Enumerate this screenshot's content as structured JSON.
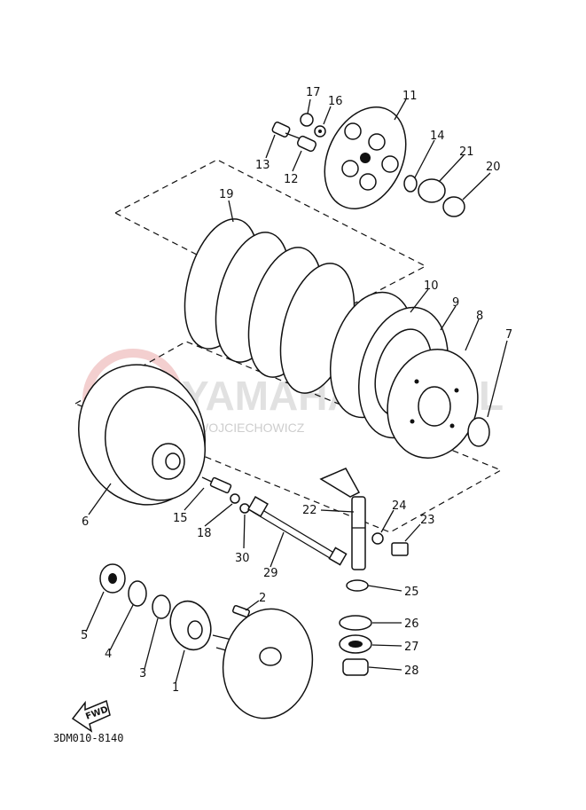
{
  "watermark": {
    "brand": "YAMAHA",
    "sub": "WOJCIECHOWICZ",
    "tail": "L",
    "color": "#e8a0a0"
  },
  "diagram_code": "3DM010-8140",
  "fwd_label": "FWD",
  "callouts": {
    "p1": "1",
    "p2": "2",
    "p3": "3",
    "p4": "4",
    "p5": "5",
    "p6": "6",
    "p7": "7",
    "p8": "8",
    "p9": "9",
    "p10": "10",
    "p11": "11",
    "p12": "12",
    "p13": "13",
    "p14": "14",
    "p15": "15",
    "p16": "16",
    "p17": "17",
    "p18": "18",
    "p19": "19",
    "p20": "20",
    "p21": "21",
    "p22": "22",
    "p23": "23",
    "p24": "24",
    "p25": "25",
    "p26": "26",
    "p27": "27",
    "p28": "28",
    "p29": "29",
    "p30": "30"
  }
}
